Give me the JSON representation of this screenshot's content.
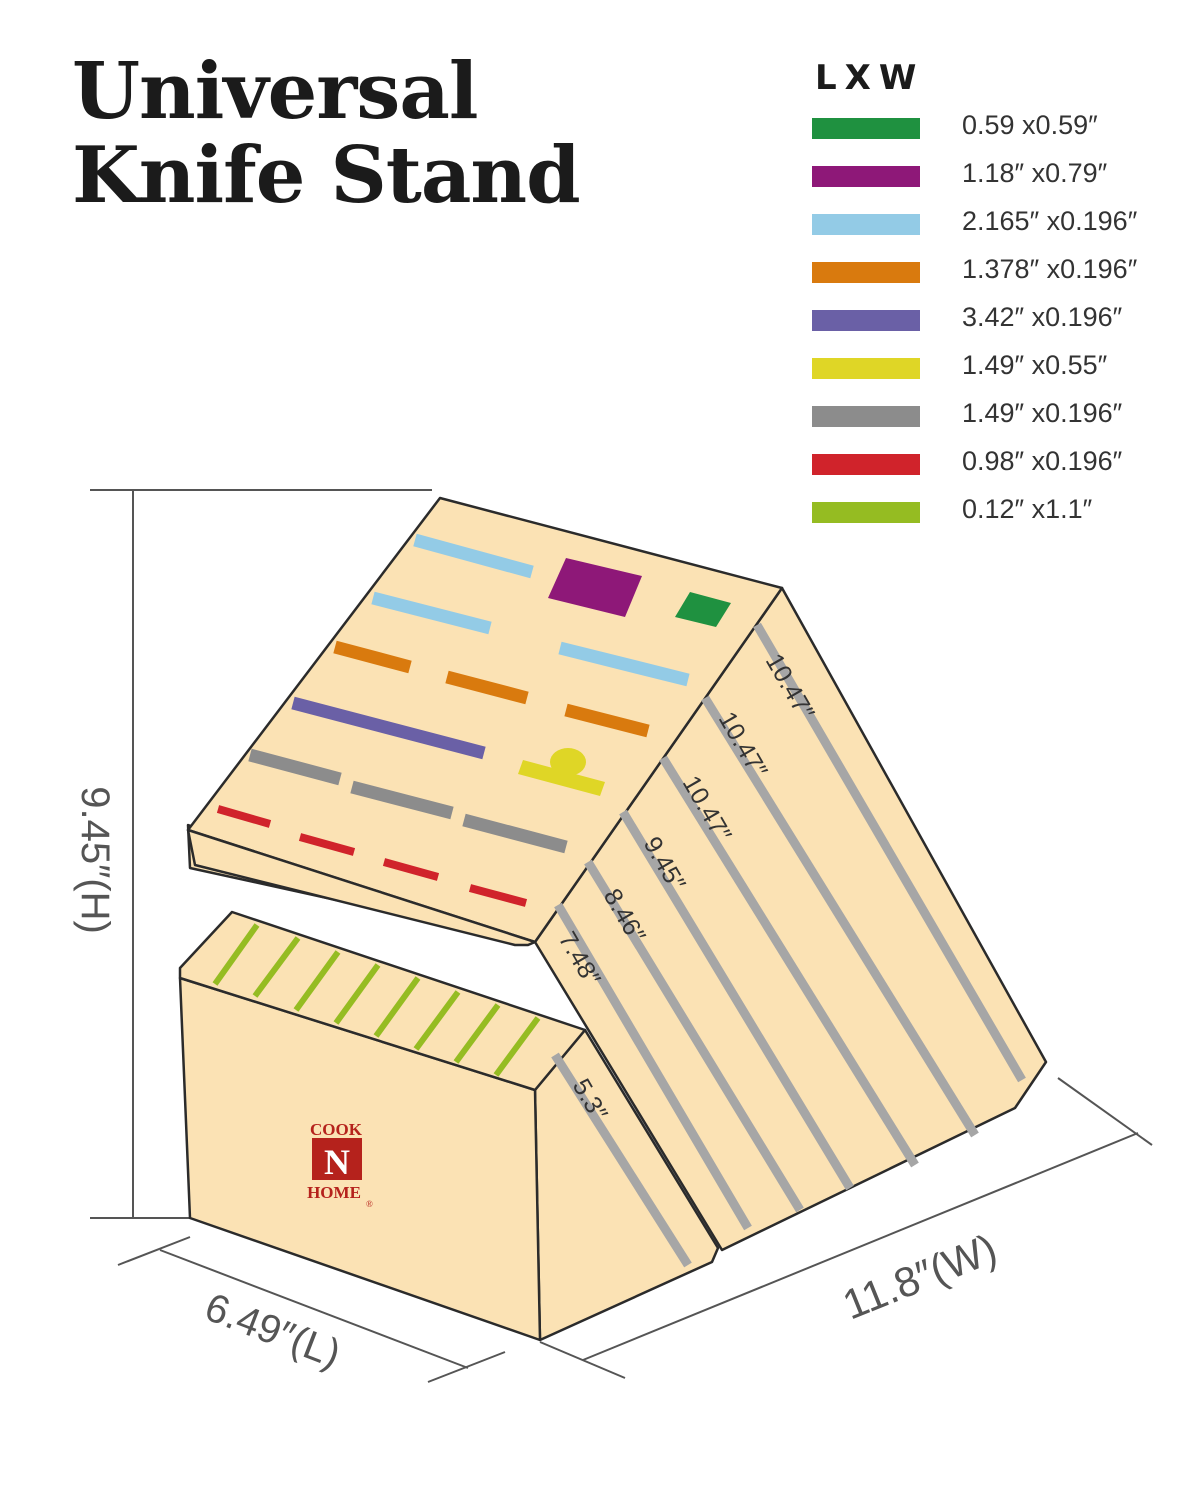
{
  "title": {
    "line1": "Universal",
    "line2": "Knife Stand"
  },
  "legend": {
    "heading": "LXW",
    "items": [
      {
        "label": "0.59 x0.59″",
        "color": "#1f9140"
      },
      {
        "label": "1.18″ x0.79″",
        "color": "#8e1878"
      },
      {
        "label": "2.165″ x0.196″",
        "color": "#93cbe6"
      },
      {
        "label": "1.378″ x0.196″",
        "color": "#d97a0e"
      },
      {
        "label": "3.42″ x0.196″",
        "color": "#6a60a6"
      },
      {
        "label": "1.49″ x0.55″",
        "color": "#dfd626"
      },
      {
        "label": "1.49″ x0.196″",
        "color": "#8c8c8c"
      },
      {
        "label": "0.98″ x0.196″",
        "color": "#d0232b"
      },
      {
        "label": "0.12″ x1.1″",
        "color": "#95bc22"
      }
    ]
  },
  "dimensions": {
    "height": "9.45″(H)",
    "length": "6.49″(L)",
    "width": "11.8″(W)"
  },
  "slot_depths": [
    "10.47″",
    "10.47″",
    "10.47″",
    "9.45″",
    "8.46″",
    "7.48″",
    "5.3″"
  ],
  "brand": {
    "top": "COOK",
    "middle": "N",
    "bottom": "HOME",
    "mark": "®"
  },
  "colors": {
    "wood": "#fbe2b4",
    "outline": "#2b2b2b",
    "slot_groove": "#a6a6a6",
    "brand": "#b5221c"
  }
}
